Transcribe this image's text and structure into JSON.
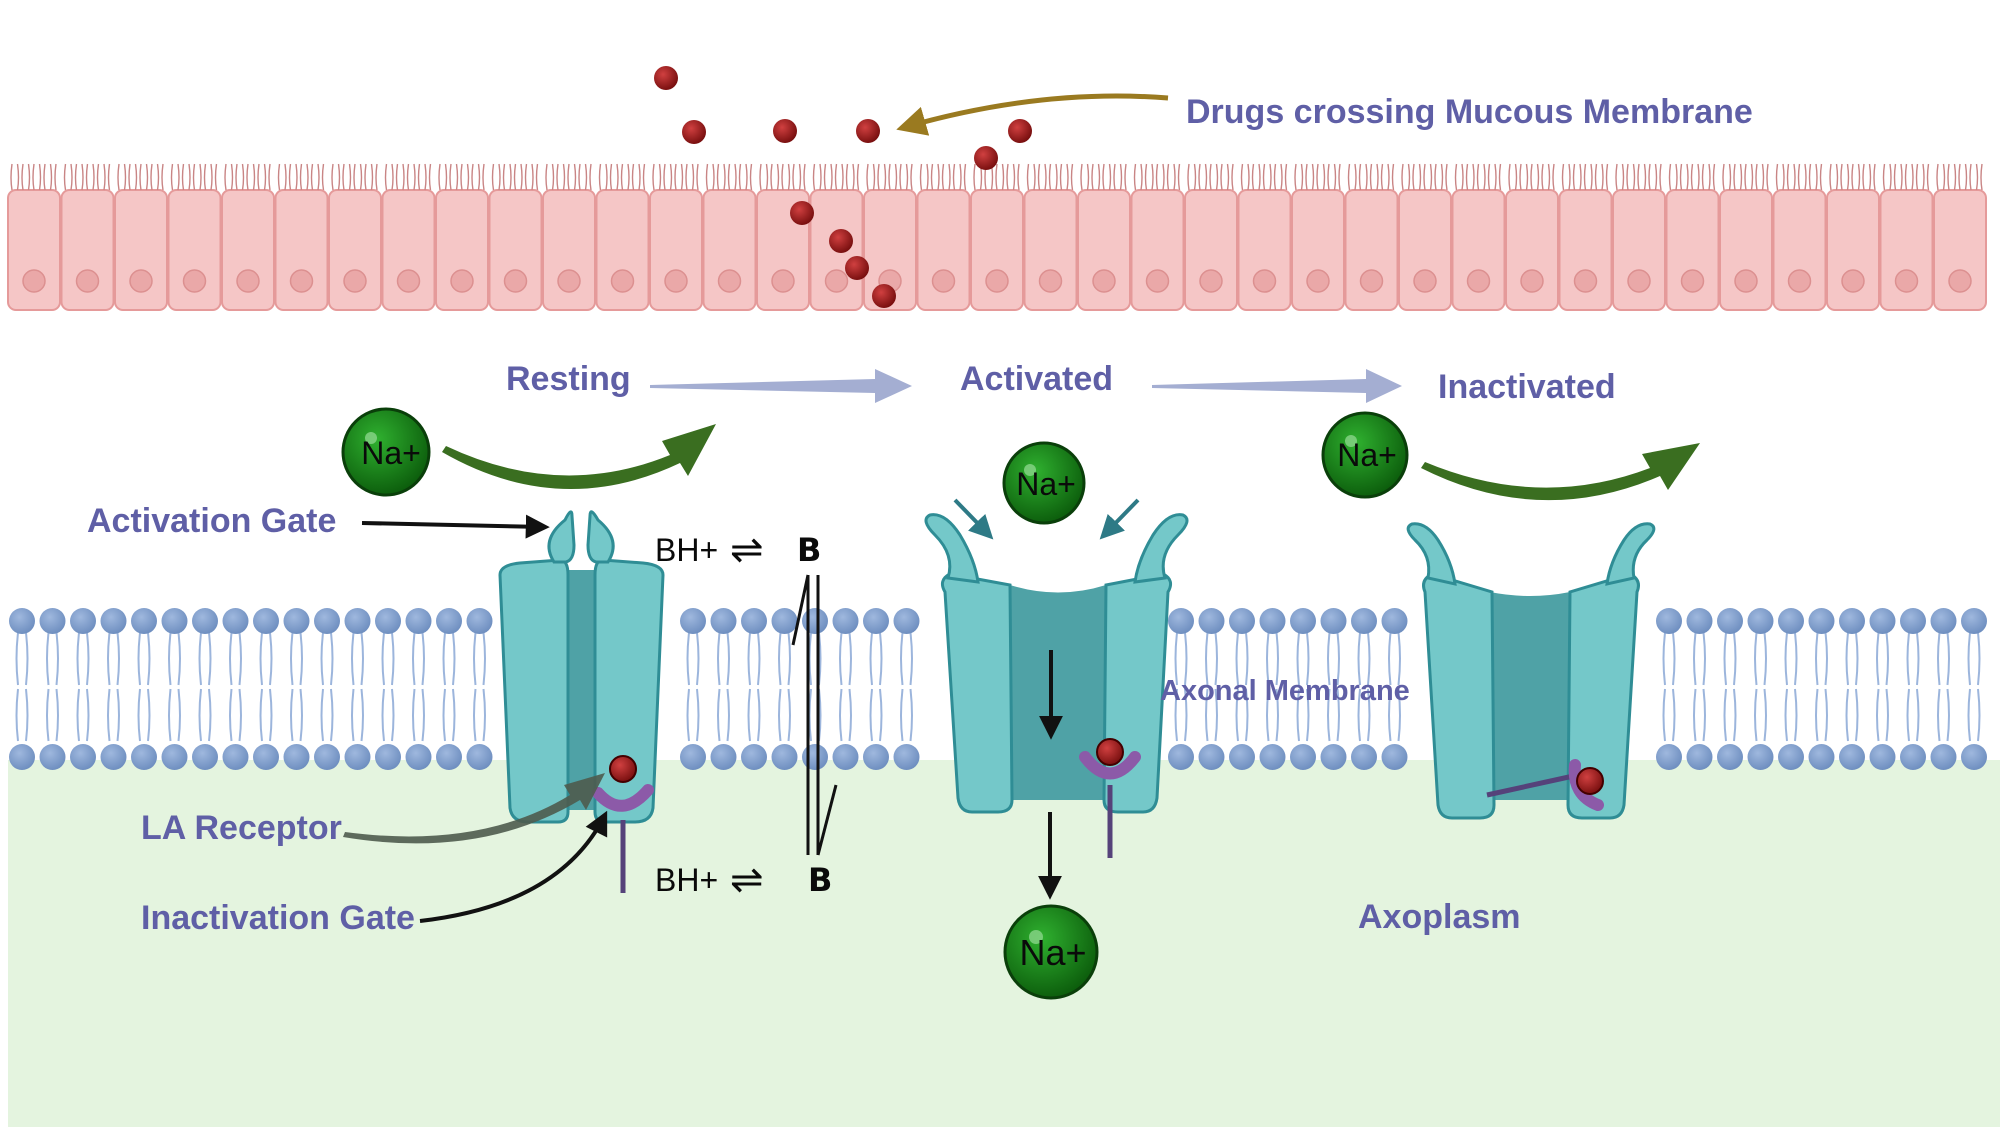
{
  "labels": {
    "drugs_crossing": "Drugs crossing Mucous Membrane",
    "resting": "Resting",
    "activated": "Activated",
    "inactivated": "Inactivated",
    "activation_gate": "Activation Gate",
    "la_receptor": "LA Receptor",
    "inactivation_gate": "Inactivation Gate",
    "axonal_membrane": "Axonal Membrane",
    "axoplasm": "Axoplasm"
  },
  "ions": {
    "sodium": "Na+"
  },
  "equilibrium": {
    "protonated": "BH+",
    "symbol": "⇌",
    "base": "B"
  },
  "colors": {
    "epithelium_fill": "#f5c6c6",
    "epithelium_stroke": "#e59a9a",
    "channel_fill": "#74c8c9",
    "channel_pore": "#4fa2a6",
    "lipid_head": "#7f9dcc",
    "axoplasm": "#e4f4df",
    "drug": "#9a1c1c",
    "sodium_ion": "#1d8a1d",
    "receptor": "#8c5aa8",
    "label_text": "#5f5fa6"
  }
}
